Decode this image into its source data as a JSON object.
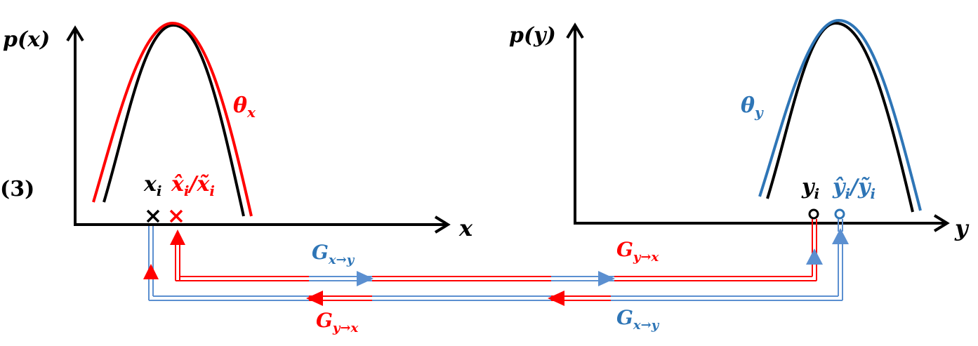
{
  "colors": {
    "black": "#000000",
    "red": "#ff0000",
    "blue": "#2e75b6",
    "lightblue": "#5b8fd0"
  },
  "step_label": "(3)",
  "left_panel": {
    "y_axis_label": "p(x)",
    "x_axis_label": "x",
    "param_label": "θ",
    "param_sub": "x",
    "point_label": "x",
    "point_sub": "i",
    "recon_label_a": "x̂",
    "recon_sub_a": "i",
    "recon_sep": "/",
    "recon_label_b": "x̃",
    "recon_sub_b": "i"
  },
  "right_panel": {
    "y_axis_label": "p(y)",
    "x_axis_label": "y",
    "param_label": "θ",
    "param_sub": "y",
    "point_label": "y",
    "point_sub": "i",
    "recon_label_a": "ŷ",
    "recon_sub_a": "i",
    "recon_sep": "/",
    "recon_label_b": "ỹ",
    "recon_sub_b": "i"
  },
  "mappings": {
    "top_left_G": "G",
    "top_left_sub": "x→y",
    "top_right_G": "G",
    "top_right_sub": "y→x",
    "bottom_left_G": "G",
    "bottom_left_sub": "y→x",
    "bottom_right_G": "G",
    "bottom_right_sub": "x→y"
  }
}
